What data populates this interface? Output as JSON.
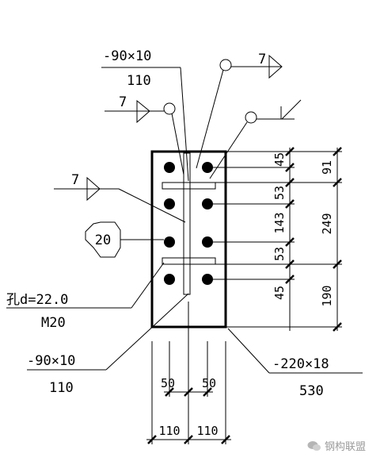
{
  "plate_labels": {
    "top_left_plate": "-90×10",
    "top_left_plate_len": "110",
    "bottom_left_plate": "-90×10",
    "bottom_left_plate_len": "110",
    "bottom_right_plate": "-220×18",
    "bottom_right_plate_len": "530"
  },
  "weld_sizes": {
    "top_right": "7",
    "upper_left": "7",
    "mid_left": "7"
  },
  "bolt": {
    "bubble": "20",
    "hole_label": "孔d=22.0",
    "grade": "M20"
  },
  "right_dims": {
    "inner": [
      "45",
      "53",
      "143",
      "53",
      "45"
    ],
    "outer": [
      "91",
      "249",
      "190"
    ]
  },
  "bottom_dims": {
    "inner": [
      "50",
      "50"
    ],
    "outer": [
      "110",
      "110"
    ]
  },
  "watermark": "钢构联盟"
}
